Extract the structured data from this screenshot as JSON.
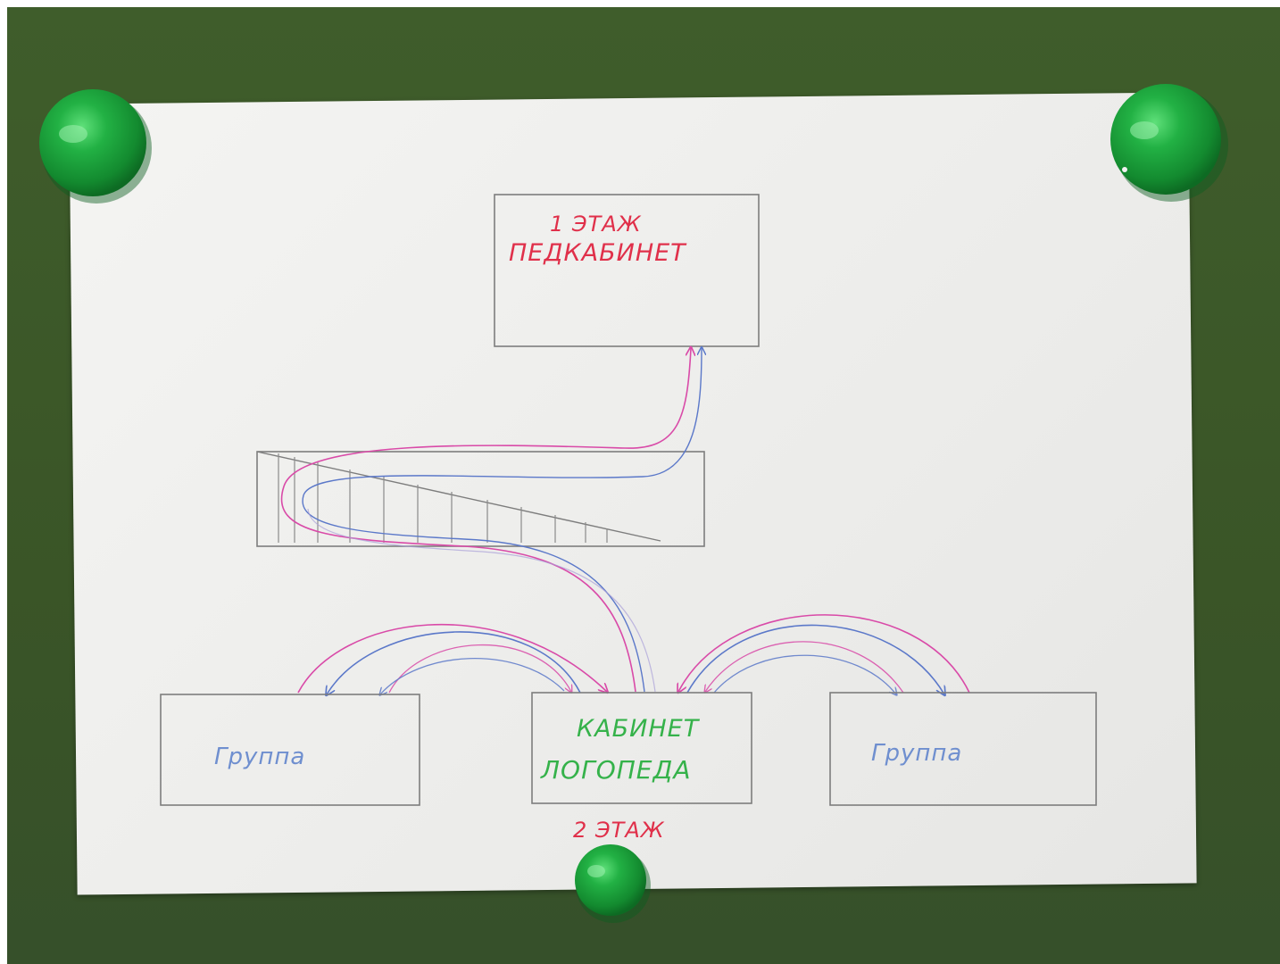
{
  "labels": {
    "floor1": "1 ЭТАЖ",
    "ped_room": "ПЕДКАБИНЕТ",
    "speech_room_line1": "КАБИНЕТ",
    "speech_room_line2": "ЛОГОПЕДА",
    "group_left": "Группа",
    "group_right": "Группа",
    "floor2": "2 ЭТАЖ"
  },
  "colors": {
    "board": "#3d5a2a",
    "paper": "#f0f0ee",
    "pencil": "#8a8a8a",
    "red_text": "#e0304a",
    "green_text": "#35b24a",
    "blue_text": "#6f8fcf",
    "pink_arrow": "#d94aa8",
    "blue_arrow": "#5b78c9",
    "magnet": "#1f9a3a"
  },
  "icons": [
    "magnet-icon"
  ]
}
